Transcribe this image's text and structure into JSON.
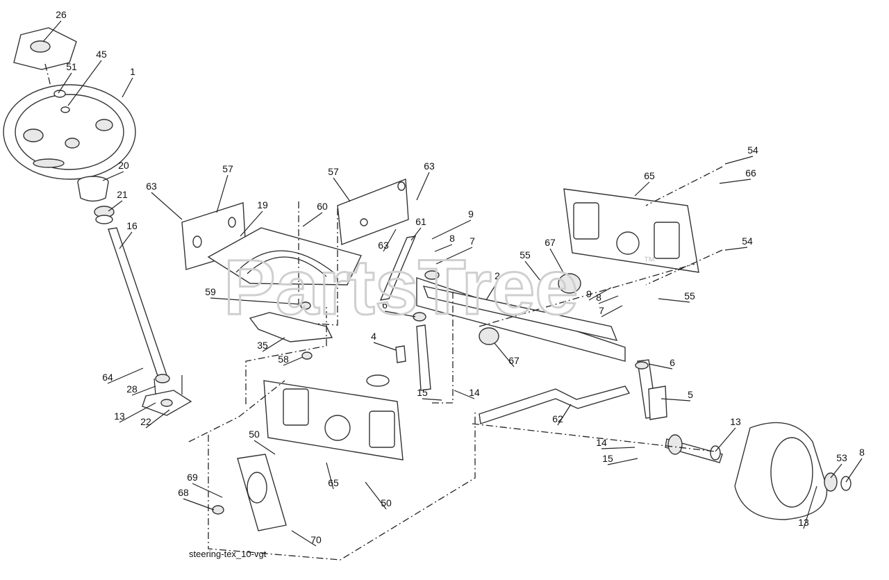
{
  "diagram": {
    "caption": "steering-tex_10-vgt",
    "watermark": "PartsTree",
    "watermark_tm": "™",
    "callouts": [
      "26",
      "45",
      "51",
      "1",
      "20",
      "21",
      "16",
      "63",
      "57",
      "19",
      "60",
      "57",
      "63",
      "63",
      "61",
      "9",
      "8",
      "7",
      "65",
      "54",
      "66",
      "54",
      "55",
      "67",
      "2",
      "55",
      "9",
      "8",
      "7",
      "59",
      "6",
      "35",
      "58",
      "4",
      "67",
      "6",
      "5",
      "64",
      "28",
      "13",
      "22",
      "15",
      "14",
      "62",
      "50",
      "65",
      "50",
      "69",
      "68",
      "70",
      "14",
      "15",
      "13",
      "53",
      "8",
      "13"
    ]
  }
}
